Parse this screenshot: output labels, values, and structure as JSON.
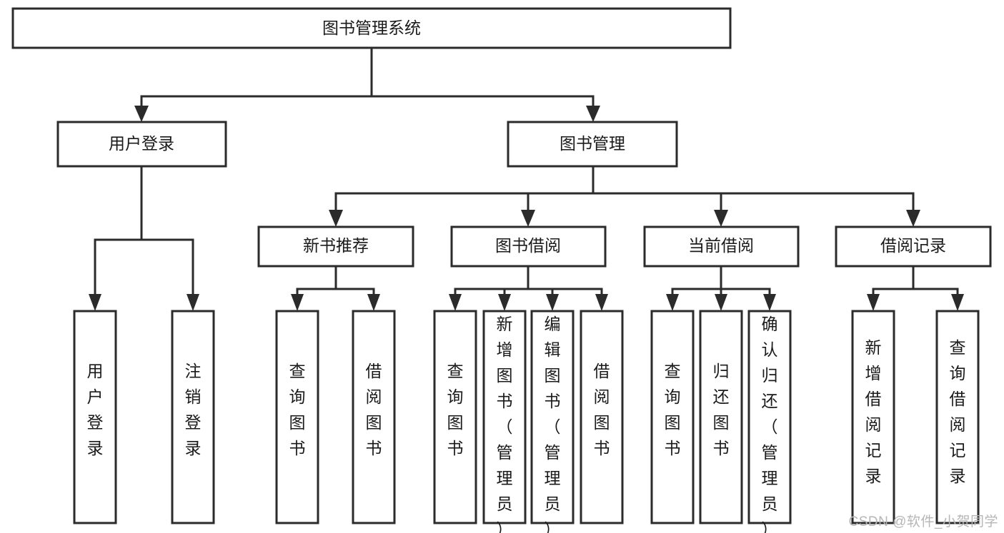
{
  "diagram": {
    "title": "图书管理系统",
    "type": "tree",
    "watermark": "CSDN @软件_小贺同学",
    "colors": {
      "stroke": "#2b2b2b",
      "fill": "#ffffff",
      "text": "#1a1a1a",
      "watermark": "#b6b6b6"
    },
    "levels": {
      "root": {
        "label": "图书管理系统"
      },
      "level2": [
        {
          "label": "用户登录"
        },
        {
          "label": "图书管理"
        }
      ],
      "level3": [
        {
          "label": "新书推荐"
        },
        {
          "label": "图书借阅"
        },
        {
          "label": "当前借阅"
        },
        {
          "label": "借阅记录"
        }
      ],
      "leaves": {
        "user_login": [
          {
            "label": "用户登录"
          },
          {
            "label": "注销登录"
          }
        ],
        "new_book_recommend": [
          {
            "label": "查询图书"
          },
          {
            "label": "借阅图书"
          }
        ],
        "book_borrow": [
          {
            "label": "查询图书"
          },
          {
            "label": "新增图书（管理员）"
          },
          {
            "label": "编辑图书（管理员）"
          },
          {
            "label": "借阅图书"
          }
        ],
        "current_borrow": [
          {
            "label": "查询图书"
          },
          {
            "label": "归还图书"
          },
          {
            "label": "确认归还（管理员）"
          }
        ],
        "borrow_record": [
          {
            "label": "新增借阅记录"
          },
          {
            "label": "查询借阅记录"
          }
        ]
      }
    }
  }
}
